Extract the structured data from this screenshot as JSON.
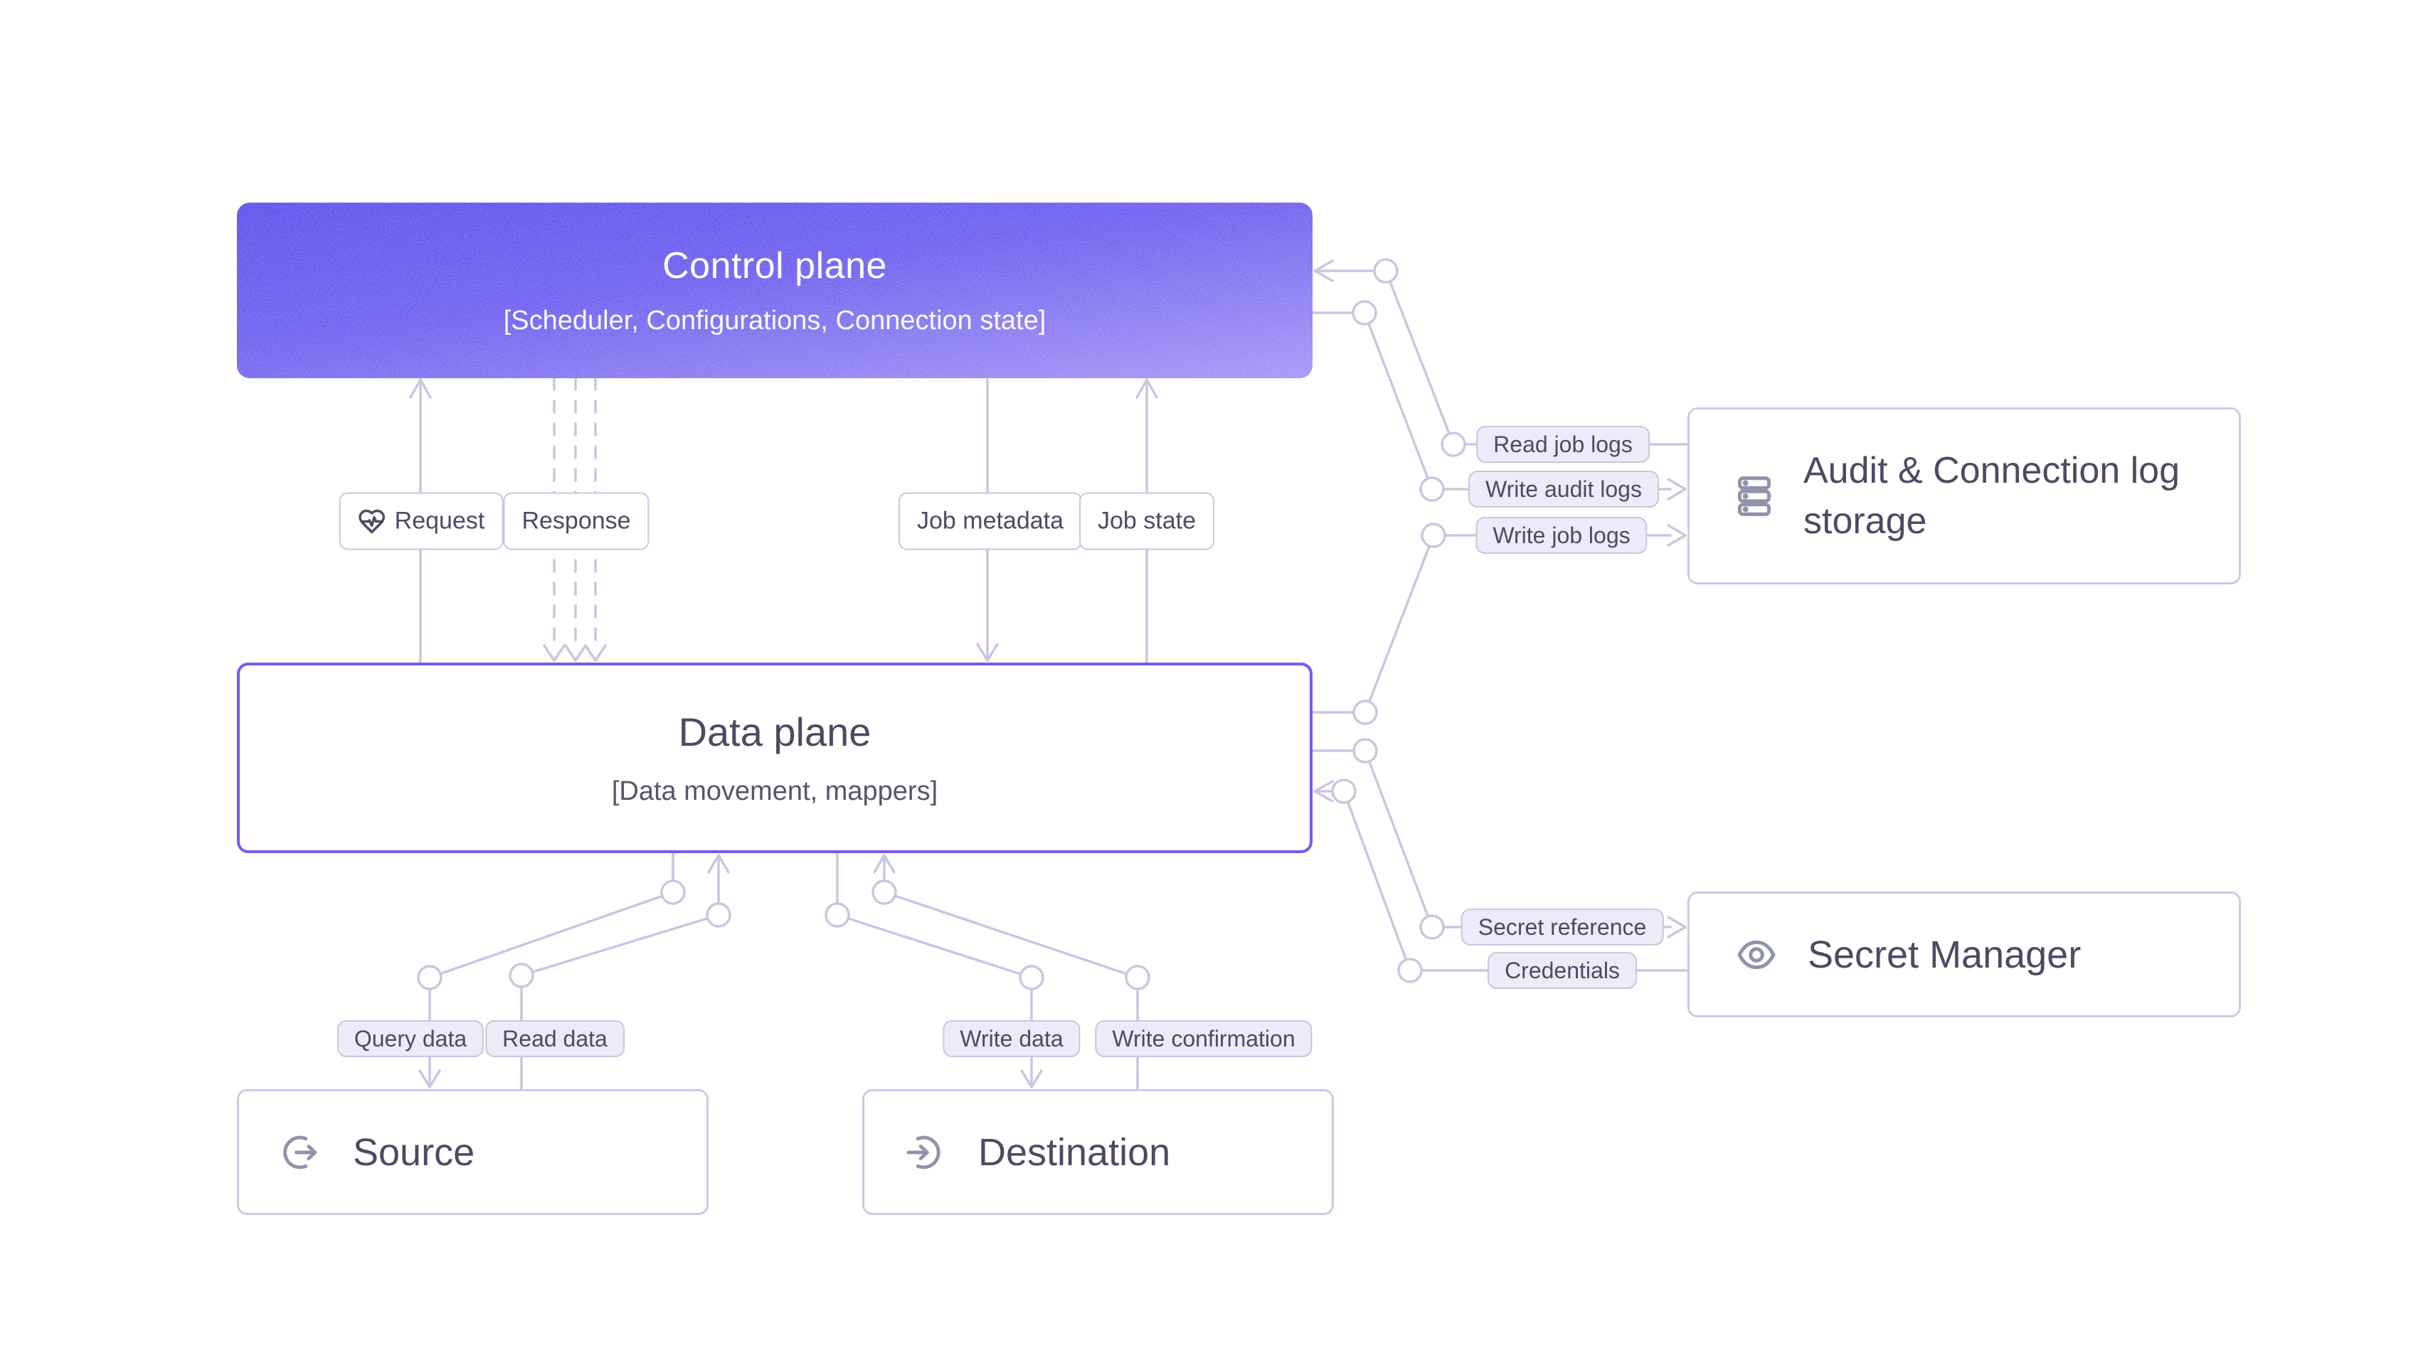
{
  "diagram": {
    "nodes": {
      "control_plane": {
        "title": "Control plane",
        "subtitle": "[Scheduler, Configurations, Connection state]",
        "gradient_top": "#6053ee",
        "gradient_bottom": "#a897f6"
      },
      "data_plane": {
        "title": "Data plane",
        "subtitle": "[Data movement, mappers]",
        "border_color": "#7a57f2"
      },
      "source": {
        "title": "Source",
        "icon": "arrow-out-of-circle-icon"
      },
      "destination": {
        "title": "Destination",
        "icon": "arrow-into-circle-icon"
      },
      "audit_log_storage": {
        "title": "Audit & Connection log storage",
        "icon": "database-stack-icon"
      },
      "secret_manager": {
        "title": "Secret Manager",
        "icon": "eye-icon"
      }
    },
    "edge_labels": {
      "request": "Request",
      "response": "Response",
      "job_metadata": "Job metadata",
      "job_state": "Job state",
      "read_job_logs": "Read job logs",
      "write_audit_logs": "Write audit logs",
      "write_job_logs": "Write job logs",
      "secret_reference": "Secret reference",
      "credentials": "Credentials",
      "query_data": "Query data",
      "read_data": "Read data",
      "write_data": "Write data",
      "write_confirmation": "Write confirmation"
    },
    "colors": {
      "line": "#c7c7e0",
      "label_fill": "#ecebf8",
      "label_border": "#c7c7e0",
      "text": "#4b4b63",
      "icon": "#9193ab",
      "request_icon": "#4b4b63"
    }
  }
}
